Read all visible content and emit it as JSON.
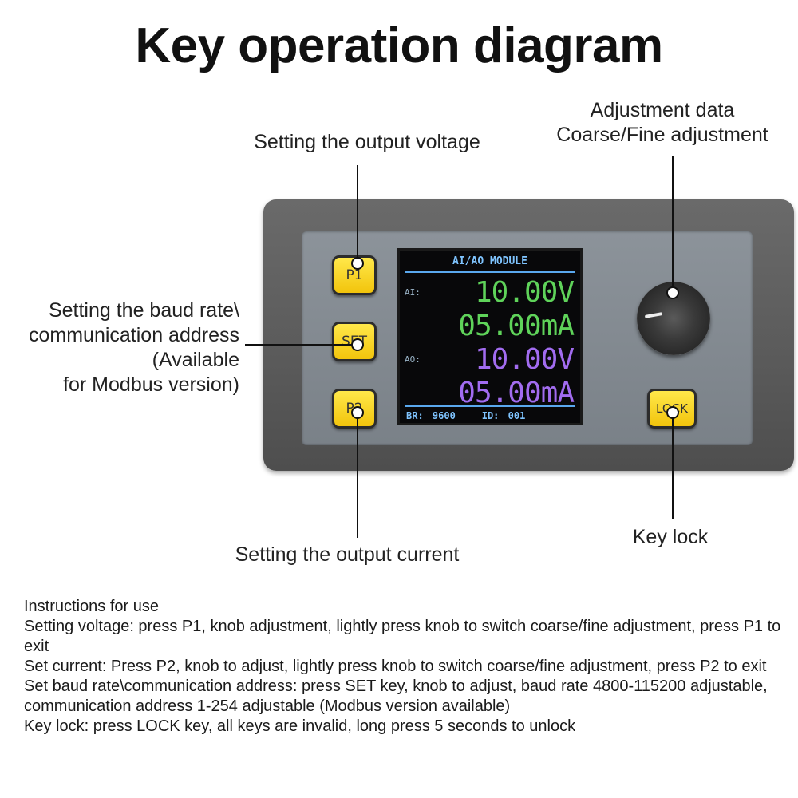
{
  "title": "Key operation diagram",
  "callouts": {
    "voltage": "Setting the output voltage",
    "adjust_line1": "Adjustment data",
    "adjust_line2": "Coarse/Fine adjustment",
    "baud_line1": "Setting the baud rate\\",
    "baud_line2": "communication address",
    "baud_line3": "(Available",
    "baud_line4": "for Modbus version)",
    "current": "Setting the output current",
    "lock": "Key lock"
  },
  "device": {
    "keys": {
      "p1": "P1",
      "set": "SET",
      "p2": "P2",
      "lock": "LOCK"
    },
    "screen": {
      "title": "AI/AO MODULE",
      "ai_tag": "AI:",
      "ai_voltage": "10.00V",
      "ai_current": "05.00mA",
      "ao_tag": "AO:",
      "ao_voltage": "10.00V",
      "ao_current": "05.00mA",
      "br_label": "BR:",
      "br_value": "9600",
      "id_label": "ID:",
      "id_value": "001"
    },
    "colors": {
      "ai": "#5fd35a",
      "ao": "#a26cf0",
      "key": "#f2c40c",
      "screen_accent": "#7fc4ff"
    }
  },
  "instructions": [
    "Instructions for use",
    "Setting voltage: press P1, knob adjustment, lightly press knob to switch coarse/fine adjustment, press P1 to exit",
    "Set current: Press P2, knob to adjust, lightly press knob to switch coarse/fine adjustment, press P2 to exit",
    "Set baud rate\\communication address: press SET key, knob to adjust, baud rate 4800-115200 adjustable, communication address 1-254 adjustable (Modbus version available)",
    "Key lock: press LOCK key, all keys are invalid, long press 5 seconds to unlock"
  ]
}
